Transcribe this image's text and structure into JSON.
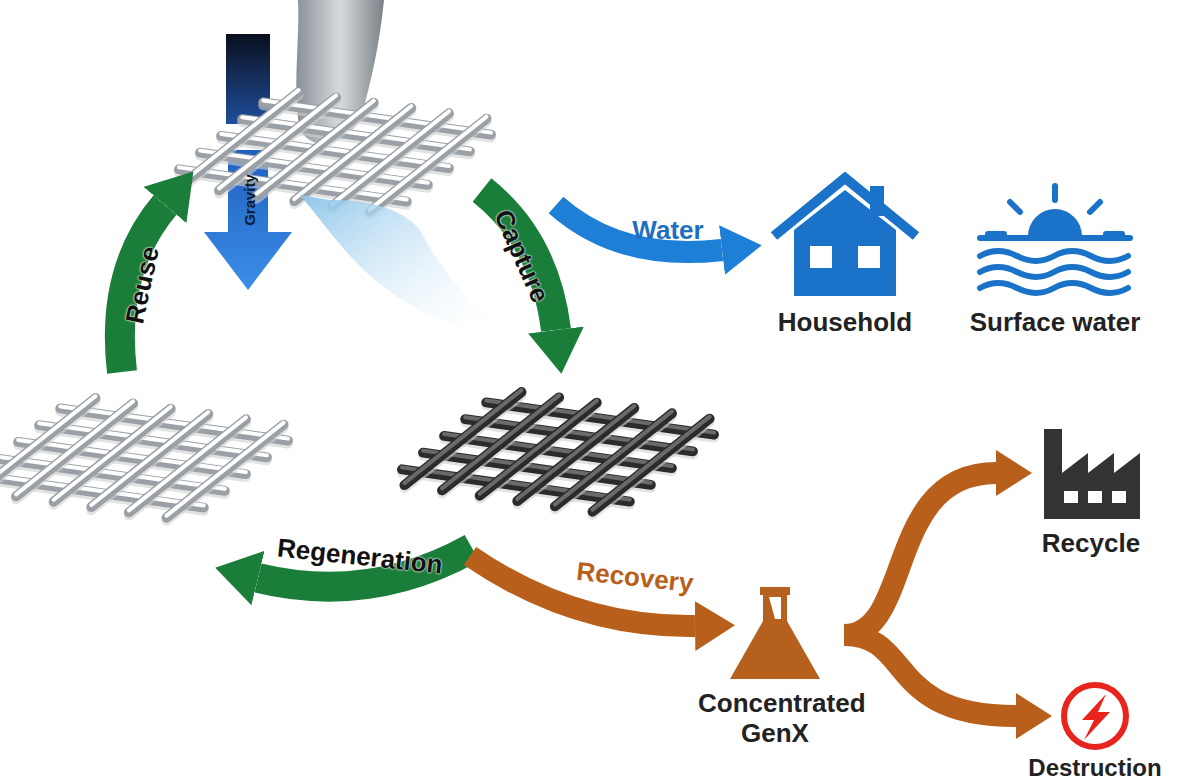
{
  "diagram": {
    "nodes": [
      {
        "text": [
          "Concentrated GenX"
        ]
      },
      {
        "text": [
          "Recycle"
        ]
      },
      {
        "text": [
          "Destruction"
        ]
      },
      {
        "text": [
          "Household"
        ]
      },
      {
        "text": [
          "Surface water"
        ]
      }
    ],
    "edges": [
      {
        "from": 0,
        "to": 1,
        "arrow": "to"
      },
      {
        "from": 0,
        "to": 2,
        "arrow": "to"
      }
    ],
    "labels": [
      "Gravity",
      "Reuse",
      "Capture",
      "Water",
      "Regeneration",
      "Recovery"
    ]
  }
}
